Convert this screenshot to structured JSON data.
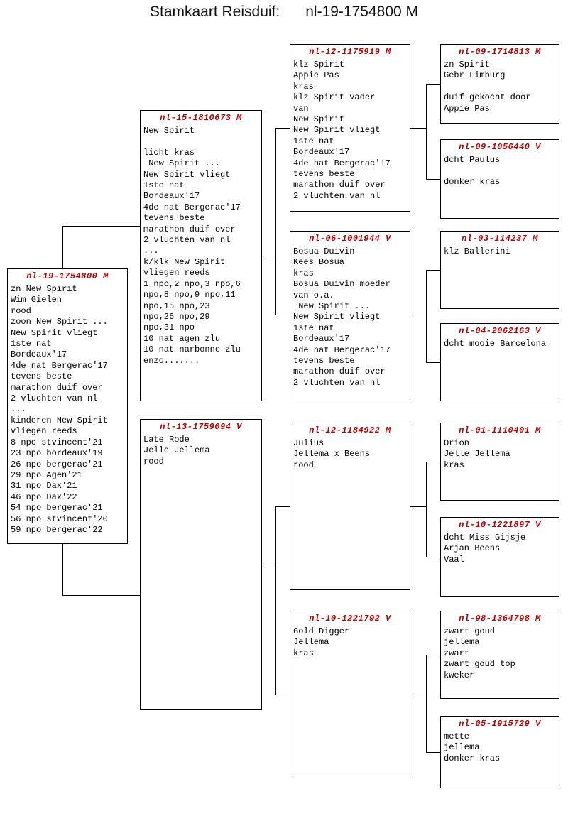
{
  "title": {
    "label": "Stamkaart Reisduif:",
    "ring": "nl-19-1754800 M"
  },
  "colors": {
    "ring_number": "#c00000",
    "text": "#000000",
    "border": "#000000",
    "background": "#ffffff"
  },
  "boxes": [
    {
      "id": "subject",
      "ring": "nl-19-1754800 M",
      "text": "zn New Spirit\nWim Gielen\nrood\nzoon New Spirit ...\nNew Spirit vliegt\n1ste nat\nBordeaux'17\n4de nat Bergerac'17\ntevens beste\nmarathon duif over\n2 vluchten van nl\n...\nkinderen New Spirit\nvliegen reeds\n8 npo stvincent'21\n23 npo bordeaux'19\n26 npo bergerac'21\n29 npo Agen'21\n31 npo Dax'21\n46 npo Dax'22\n54 npo bergerac'21\n56 npo stvincent'20\n59 npo bergerac'22"
    },
    {
      "id": "sire",
      "ring": "nl-15-1810673 M",
      "text": "New Spirit\n\nlicht kras\n New Spirit ...\nNew Spirit vliegt\n1ste nat\nBordeaux'17\n4de nat Bergerac'17\ntevens beste\nmarathon duif over\n2 vluchten van nl\n...\nk/klk New Spirit\nvliegen reeds\n1 npo,2 npo,3 npo,6\nnpo,8 npo,9 npo,11\nnpo,15 npo,23\nnpo,26 npo,29\nnpo,31 npo\n10 nat agen zlu\n10 nat narbonne zlu\nenzo......."
    },
    {
      "id": "dam",
      "ring": "nl-13-1759094 V",
      "text": "Late Rode\nJelle Jellema\nrood"
    },
    {
      "id": "sire-sire",
      "ring": "nl-12-1175919 M",
      "text": "klz Spirit\nAppie Pas\nkras\nklz Spirit vader\nvan\nNew Spirit\nNew Spirit vliegt\n1ste nat\nBordeaux'17\n4de nat Bergerac'17\ntevens beste\nmarathon duif over\n2 vluchten van nl"
    },
    {
      "id": "sire-dam",
      "ring": "nl-06-1001944 V",
      "text": "Bosua Duivin\nKees Bosua\nkras\nBosua Duivin moeder\nvan o.a.\n New Spirit ...\nNew Spirit vliegt\n1ste nat\nBordeaux'17\n4de nat Bergerac'17\ntevens beste\nmarathon duif over\n2 vluchten van nl"
    },
    {
      "id": "dam-sire",
      "ring": "nl-12-1184922 M",
      "text": "Julius\nJellema x Beens\nrood"
    },
    {
      "id": "dam-dam",
      "ring": "nl-10-1221792 V",
      "text": "Gold Digger\nJellema\nkras"
    },
    {
      "id": "sire-sire-sire",
      "ring": "nl-09-1714813 M",
      "text": "zn Spirit\nGebr Limburg\n\nduif gekocht door\nAppie Pas"
    },
    {
      "id": "sire-sire-dam",
      "ring": "nl-09-1056440 V",
      "text": "dcht Paulus\n\ndonker kras"
    },
    {
      "id": "sire-dam-sire",
      "ring": "nl-03-114237 M",
      "text": "klz Ballerini"
    },
    {
      "id": "sire-dam-dam",
      "ring": "nl-04-2062163 V",
      "text": "dcht mooie Barcelona"
    },
    {
      "id": "dam-sire-sire",
      "ring": "nl-01-1110401 M",
      "text": "Orion\nJelle Jellema\nkras"
    },
    {
      "id": "dam-sire-dam",
      "ring": "nl-10-1221897 V",
      "text": "dcht Miss Gijsje\nArjan Beens\nVaal"
    },
    {
      "id": "dam-dam-sire",
      "ring": "nl-98-1364798 M",
      "text": "zwart goud\njellema\nzwart\nzwart goud top\nkweker"
    },
    {
      "id": "dam-dam-dam",
      "ring": "nl-05-1915729 V",
      "text": "mette\njellema\ndonker kras"
    }
  ]
}
